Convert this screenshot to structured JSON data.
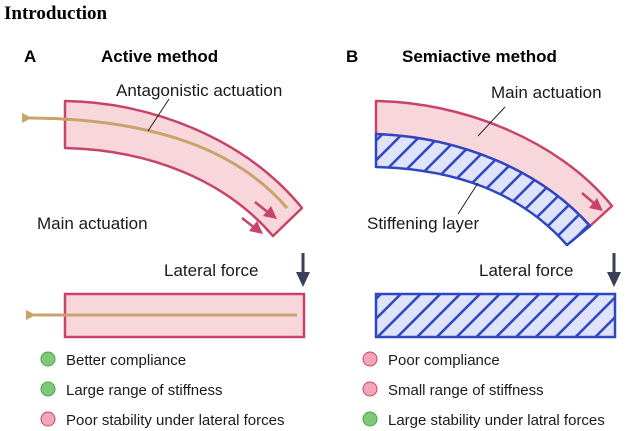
{
  "heading": "Introduction",
  "panel_a": {
    "letter": "A",
    "title": "Active method",
    "label_antagonistic": "Antagonistic actuation",
    "label_main": "Main actuation",
    "label_lateral": "Lateral force",
    "legend": [
      {
        "text": "Better compliance",
        "color": "#7ec97a"
      },
      {
        "text": "Large range of stiffness",
        "color": "#7ec97a"
      },
      {
        "text": "Poor stability under lateral forces",
        "color": "#f2a6b8"
      }
    ]
  },
  "panel_b": {
    "letter": "B",
    "title": "Semiactive method",
    "label_main": "Main actuation",
    "label_layer": "Stiffening layer",
    "label_lateral": "Lateral force",
    "legend": [
      {
        "text": "Poor compliance",
        "color": "#f2a6b8"
      },
      {
        "text": "Small range of stiffness",
        "color": "#f2a6b8"
      },
      {
        "text": "Large stability under latral forces",
        "color": "#7ec97a"
      }
    ]
  },
  "colors": {
    "body_fill": "#f8d7dc",
    "body_stroke": "#c8436a",
    "tendon": "#c8a36a",
    "layer": "#2f46c2",
    "layer_fill": "#dfe3fb",
    "force_arrow": "#3a3f55"
  }
}
